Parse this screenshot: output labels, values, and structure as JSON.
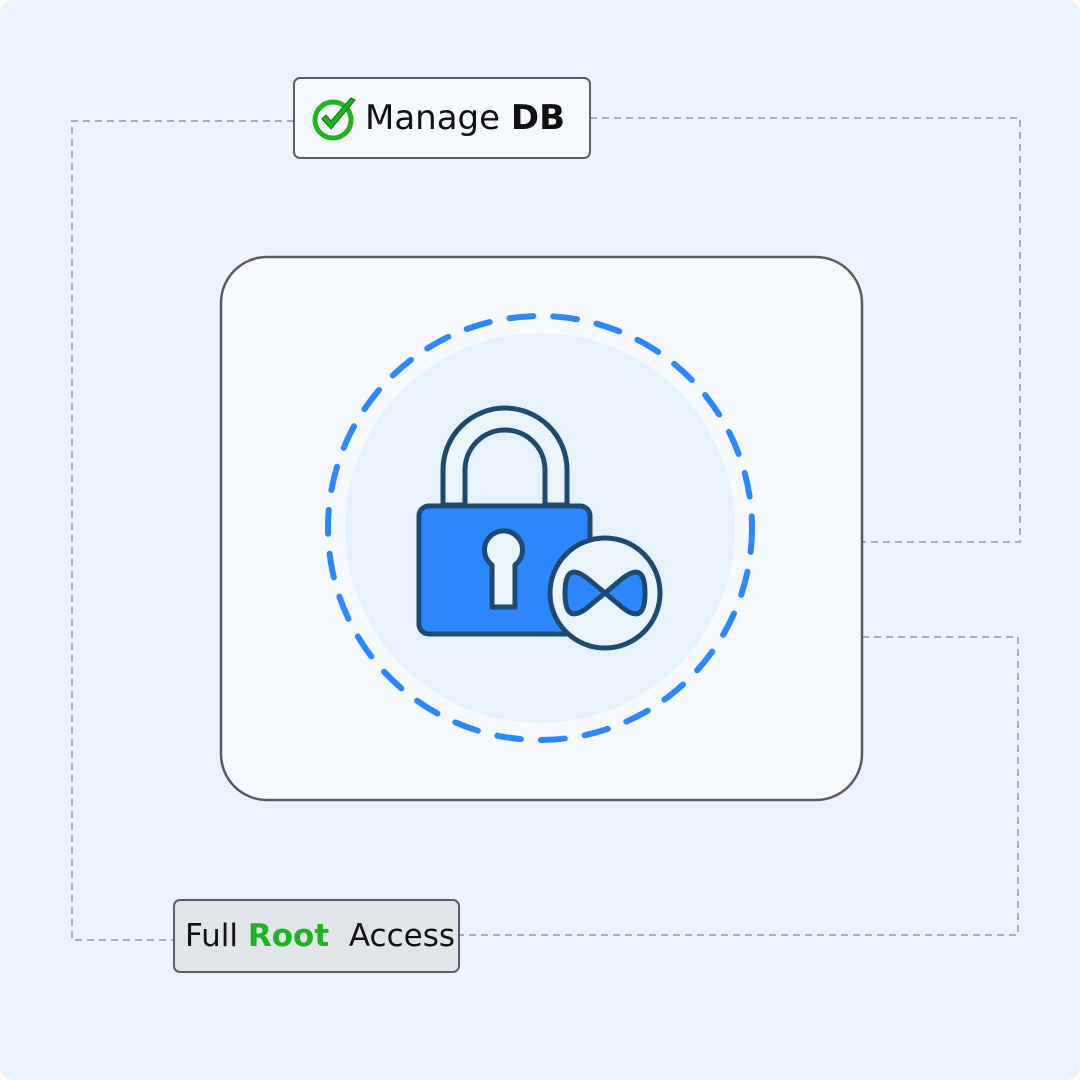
{
  "top_label": {
    "prefix": "Manage",
    "emphasis": "DB",
    "icon": "check-circle-icon"
  },
  "bottom_label": {
    "prefix": "Full",
    "emphasis": "Root",
    "suffix": "Access"
  },
  "center": {
    "icon": "padlock-infinity-icon"
  },
  "colors": {
    "background": "#ebf3fe",
    "accent_blue": "#2d88ff",
    "dark_stroke": "#1e4a72",
    "green": "#1db41d"
  }
}
